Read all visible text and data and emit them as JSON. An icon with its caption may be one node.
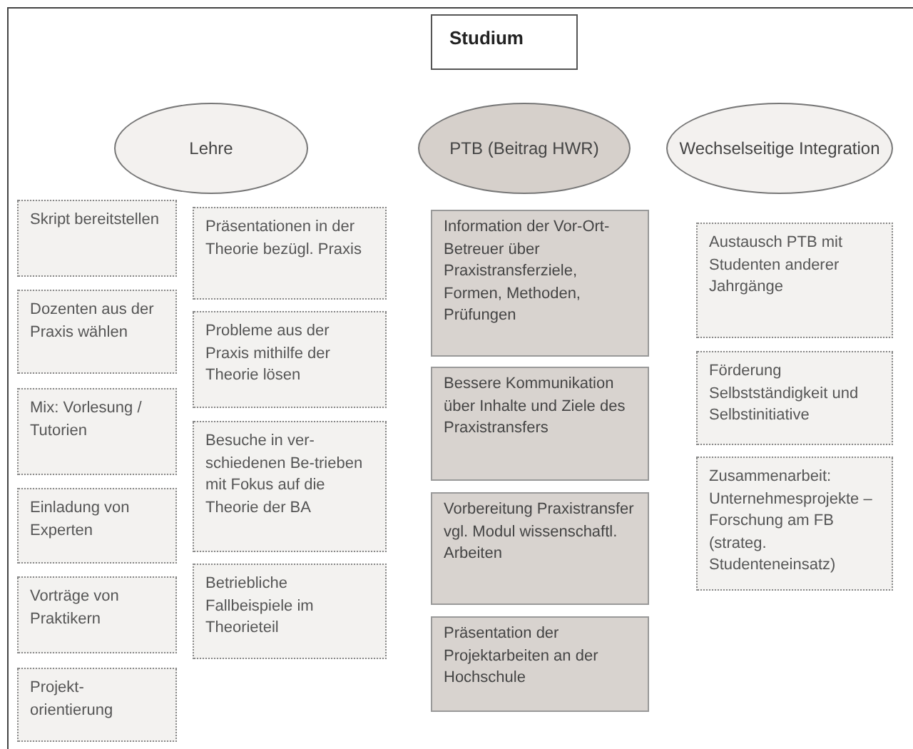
{
  "diagram": {
    "nodes": [
      {
        "text": [
          "Studium"
        ]
      },
      {
        "text": [
          "Lehre"
        ]
      },
      {
        "text": [
          "PTB (Beitrag HWR)"
        ]
      },
      {
        "text": [
          "Wechselseitige Integration"
        ]
      },
      {
        "text": [
          "Skript bereitstellen"
        ]
      },
      {
        "text": [
          "Dozenten aus der Praxis wählen"
        ]
      },
      {
        "text": [
          "Mix: Vorlesung / Tutorien"
        ]
      },
      {
        "text": [
          "Einladung von Experten"
        ]
      },
      {
        "text": [
          "Vorträge von Praktikern"
        ]
      },
      {
        "text": [
          "Projekt-orientierung"
        ]
      },
      {
        "text": [
          "Präsentationen in der Theorie bezügl. Praxis"
        ]
      },
      {
        "text": [
          "Probleme aus der Praxis mithilfe der Theorie lösen"
        ]
      },
      {
        "text": [
          "Besuche in ver-schiedenen Be-trieben mit Fokus auf die Theorie der BA"
        ]
      },
      {
        "text": [
          "Betriebliche Fallbeispiele im Theorieteil"
        ]
      },
      {
        "text": [
          "Information der Vor-Ort-Betreuer über Praxistransferziele, Formen, Methoden, Prüfungen"
        ]
      },
      {
        "text": [
          "Bessere Kommunikation über Inhalte und Ziele des Praxistransfers"
        ]
      },
      {
        "text": [
          "Vorbereitung Praxistransfer vgl. Modul wissenschaftl. Arbeiten"
        ]
      },
      {
        "text": [
          "Präsentation der Projektarbeiten an der Hochschule"
        ]
      },
      {
        "text": [
          "Austausch PTB mit Studenten anderer Jahrgänge"
        ]
      },
      {
        "text": [
          "Förderung Selbstständigkeit und Selbstinitiative"
        ]
      },
      {
        "text": [
          "Zusammenarbeit: Unternehmesprojekte – Forschung am FB (strateg. Studenteneinsatz)"
        ]
      }
    ]
  }
}
